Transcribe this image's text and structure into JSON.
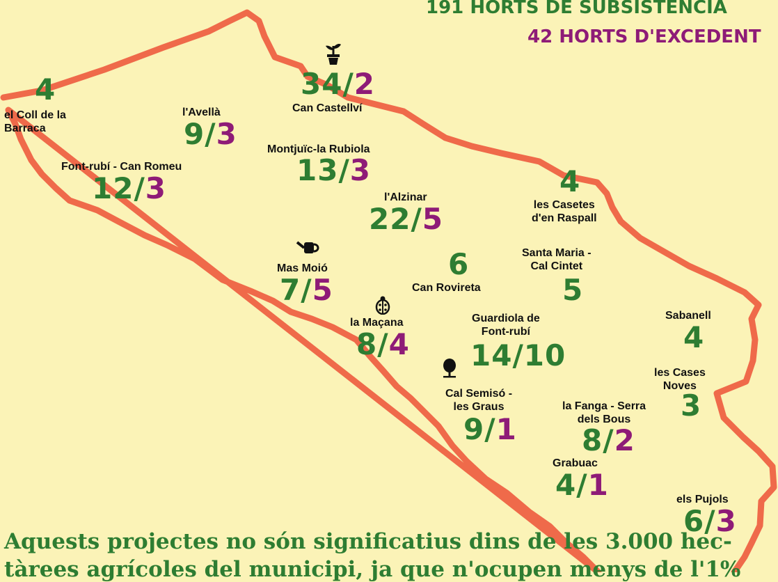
{
  "header": {
    "line1": "191 HORTS DE SUBSISTÈNCIA",
    "line2": "42 HORTS D'EXCEDENT",
    "color1": "#2e7d32",
    "color2": "#8e1b77"
  },
  "colors": {
    "background": "#fbf3b7",
    "border": "#ef6a4a",
    "subsistence": "#2e7d32",
    "surplus": "#8e1b77"
  },
  "places": [
    {
      "id": "coll-barraca",
      "name_lines": [
        "el Coll de la",
        "Barraca"
      ],
      "subsistence": "4",
      "surplus": null
    },
    {
      "id": "avella",
      "name_lines": [
        "l'Avellà"
      ],
      "subsistence": "9",
      "surplus": "3"
    },
    {
      "id": "can-castellvi",
      "name_lines": [
        "Can Castellví"
      ],
      "subsistence": "34",
      "surplus": "2",
      "icon": "plant-pot-icon"
    },
    {
      "id": "font-rubi-can-romeu",
      "name_lines": [
        "Font-rubí  - Can Romeu"
      ],
      "subsistence": "12",
      "surplus": "3"
    },
    {
      "id": "montjuic-rubiola",
      "name_lines": [
        "Montjuïc-la Rubiola"
      ],
      "subsistence": "13",
      "surplus": "3"
    },
    {
      "id": "alzinar",
      "name_lines": [
        "l'Alzinar"
      ],
      "subsistence": "22",
      "surplus": "5"
    },
    {
      "id": "casetes-raspall",
      "name_lines": [
        "les Casetes",
        "d'en Raspall"
      ],
      "subsistence": "4",
      "surplus": null
    },
    {
      "id": "mas-moio",
      "name_lines": [
        "Mas Moió"
      ],
      "subsistence": "7",
      "surplus": "5",
      "icon": "watering-can-icon"
    },
    {
      "id": "can-rovireta",
      "name_lines": [
        "Can Rovireta"
      ],
      "subsistence": "6",
      "surplus": null
    },
    {
      "id": "santa-maria",
      "name_lines": [
        "Santa Maria -",
        "Cal Cintet"
      ],
      "subsistence": "5",
      "surplus": null
    },
    {
      "id": "la-macana",
      "name_lines": [
        "la Maçana"
      ],
      "subsistence": "8",
      "surplus": "4",
      "icon": "ladybug-icon"
    },
    {
      "id": "guardiola",
      "name_lines": [
        "Guardiola de",
        "Font-rubí"
      ],
      "subsistence": "14",
      "surplus": "10"
    },
    {
      "id": "sabanell",
      "name_lines": [
        "Sabanell"
      ],
      "subsistence": "4",
      "surplus": null
    },
    {
      "id": "cases-noves",
      "name_lines": [
        "les Cases",
        "Noves"
      ],
      "subsistence": "3",
      "surplus": null
    },
    {
      "id": "cal-semiso",
      "name_lines": [
        "Cal Semisó -",
        "les Graus"
      ],
      "subsistence": "9",
      "surplus": "1",
      "icon": "tree-icon"
    },
    {
      "id": "la-fanga",
      "name_lines": [
        "la Fanga - Serra",
        "dels Bous"
      ],
      "subsistence": "8",
      "surplus": "2"
    },
    {
      "id": "grabuac",
      "name_lines": [
        "Grabuac"
      ],
      "subsistence": "4",
      "surplus": "1"
    },
    {
      "id": "els-pujols",
      "name_lines": [
        "els Pujols"
      ],
      "subsistence": "6",
      "surplus": "3"
    }
  ],
  "footer": {
    "line1": "Aquests projectes no són significatius dins de les 3.000 hec-",
    "line2": "tàrees agrícoles del municipi, ja que n'ocupen menys de l'1%"
  }
}
